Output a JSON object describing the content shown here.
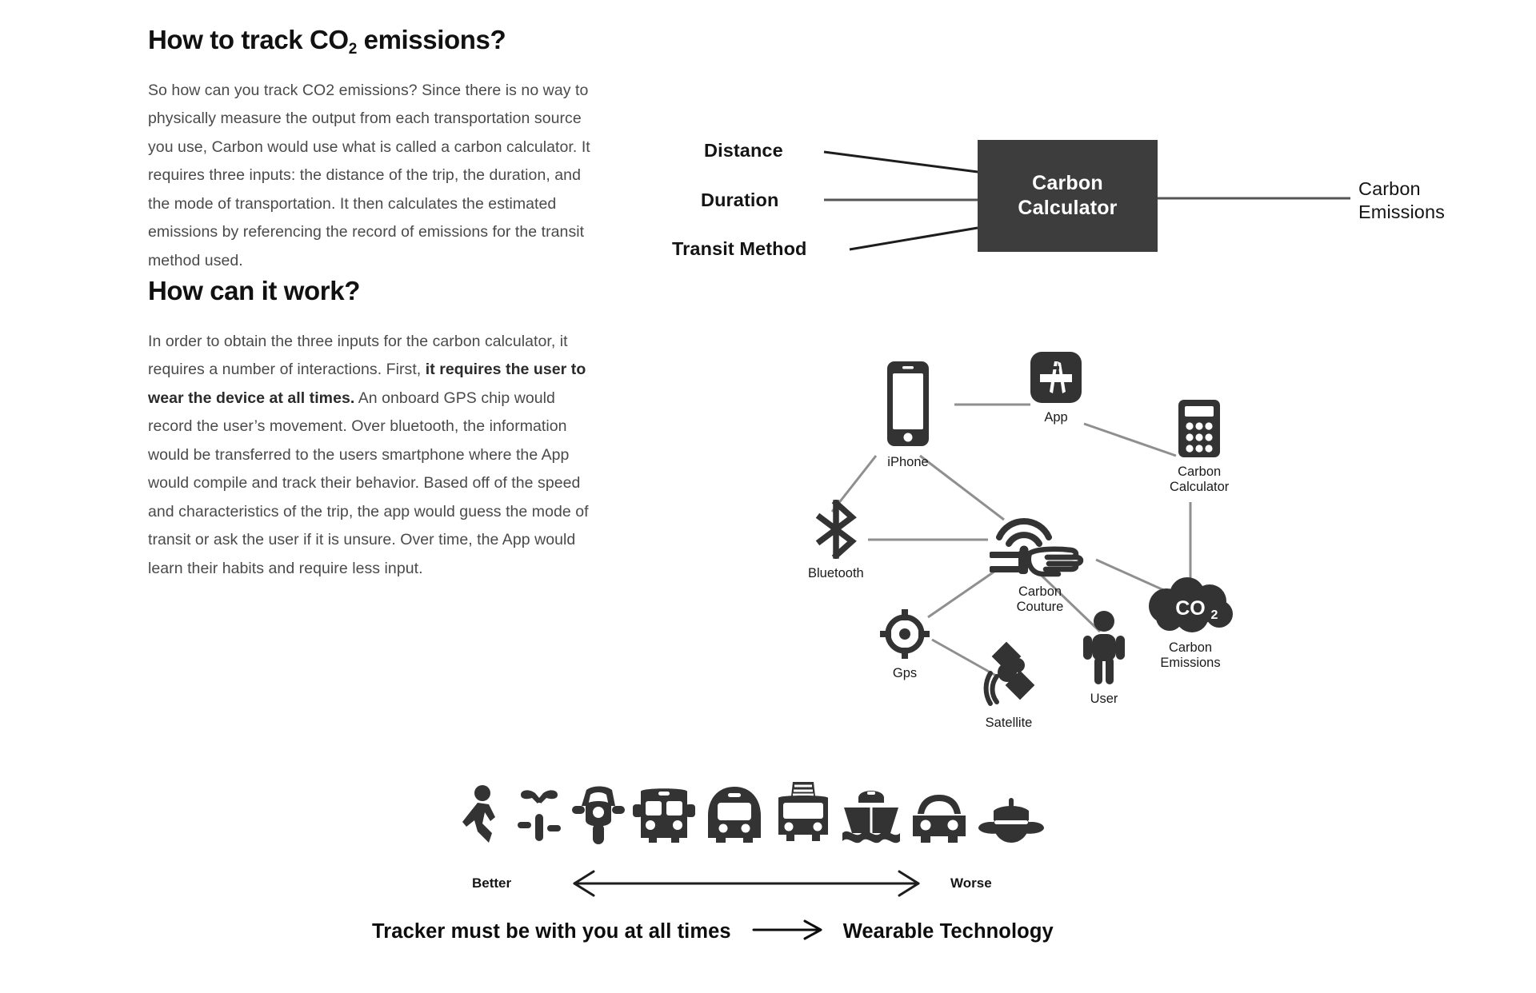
{
  "left": {
    "heading1_pre": "How to track CO",
    "heading1_sub": "2",
    "heading1_post": " emissions?",
    "paragraph1": "So how can you track CO2 emissions? Since there is no way to physically measure the output from each transportation source you use, Carbon would use what is called a carbon calculator. It requires three inputs: the distance of the trip, the duration, and the mode of transportation. It then calculates the estimated emissions by referencing the record of emissions for the transit method used.",
    "heading2": "How can it work?",
    "paragraph2_part1": "In order to obtain the three inputs for the carbon calculator, it requires a number of interactions.  First, ",
    "paragraph2_bold": "it requires the user to wear the device at all times.",
    "paragraph2_part2": " An onboard GPS chip would record the user’s movement. Over bluetooth, the information would be transferred to the users smartphone where the App would compile and track their behavior. Based off of the speed and characteristics of the trip, the app would guess the mode of transit or ask the user if it is unsure. Over time, the App would learn their habits and require less input."
  },
  "calculator_diagram": {
    "inputs": [
      {
        "label": "Distance"
      },
      {
        "label": "Duration"
      },
      {
        "label": "Transit Method"
      }
    ],
    "box_line1": "Carbon",
    "box_line2": "Calculator",
    "output_line1": "Carbon",
    "output_line2": "Emissions",
    "box_color": "#3d3d3d",
    "box_text_color": "#ffffff"
  },
  "network_diagram": {
    "nodes": [
      {
        "id": "iphone",
        "label": "iPhone",
        "icon": "iphone-icon"
      },
      {
        "id": "app",
        "label": "App",
        "icon": "app-store-icon"
      },
      {
        "id": "calc",
        "label_line1": "Carbon",
        "label_line2": "Calculator",
        "icon": "calculator-icon"
      },
      {
        "id": "co2",
        "label_line1": "Carbon",
        "label_line2": "Emissions",
        "icon": "co2-cloud-icon",
        "glyph": "CO",
        "glyph_sub": "2"
      },
      {
        "id": "bluetooth",
        "label": "Bluetooth",
        "icon": "bluetooth-icon"
      },
      {
        "id": "couture",
        "label_line1": "Carbon",
        "label_line2": "Couture",
        "icon": "wearable-hand-icon"
      },
      {
        "id": "gps",
        "label": "Gps",
        "icon": "gps-crosshair-icon"
      },
      {
        "id": "satellite",
        "label": "Satellite",
        "icon": "satellite-icon"
      },
      {
        "id": "user",
        "label": "User",
        "icon": "user-person-icon"
      }
    ],
    "line_color": "#8a8a8a",
    "icon_color": "#333333"
  },
  "transport_scale": {
    "icons": [
      {
        "name": "walking-icon"
      },
      {
        "name": "bicycle-icon"
      },
      {
        "name": "scooter-icon"
      },
      {
        "name": "bus-icon"
      },
      {
        "name": "subway-icon"
      },
      {
        "name": "trolleybus-icon"
      },
      {
        "name": "ship-icon"
      },
      {
        "name": "car-icon"
      },
      {
        "name": "airplane-icon"
      }
    ],
    "better_label": "Better",
    "worse_label": "Worse"
  },
  "caption": {
    "text_left": "Tracker must be with you at all times",
    "arrow": "arrow-right-icon",
    "text_right": "Wearable Technology"
  }
}
